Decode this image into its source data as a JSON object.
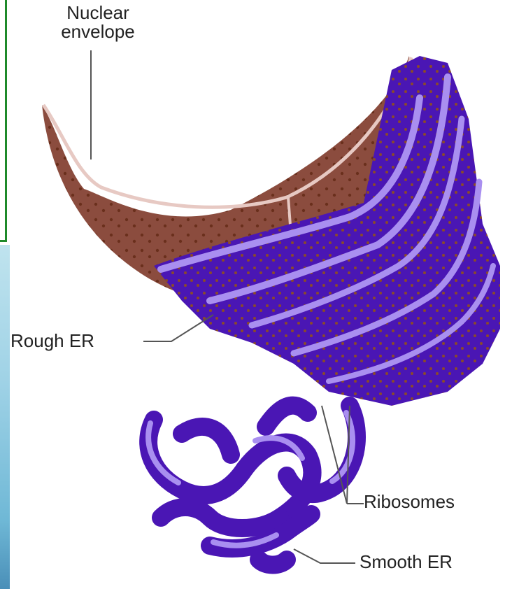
{
  "labels": {
    "nuclear_envelope_line1": "Nuclear",
    "nuclear_envelope_line2": "envelope",
    "rough_er": "Rough ER",
    "ribosomes": "Ribosomes",
    "smooth_er": "Smooth ER"
  },
  "colors": {
    "envelope": "#8b4c3e",
    "envelope_edge": "#e7c9c3",
    "er_dark": "#4a16b4",
    "er_light": "#a98ff0",
    "ribosome": "#7a3a22",
    "frame": "#1f8a2a"
  }
}
